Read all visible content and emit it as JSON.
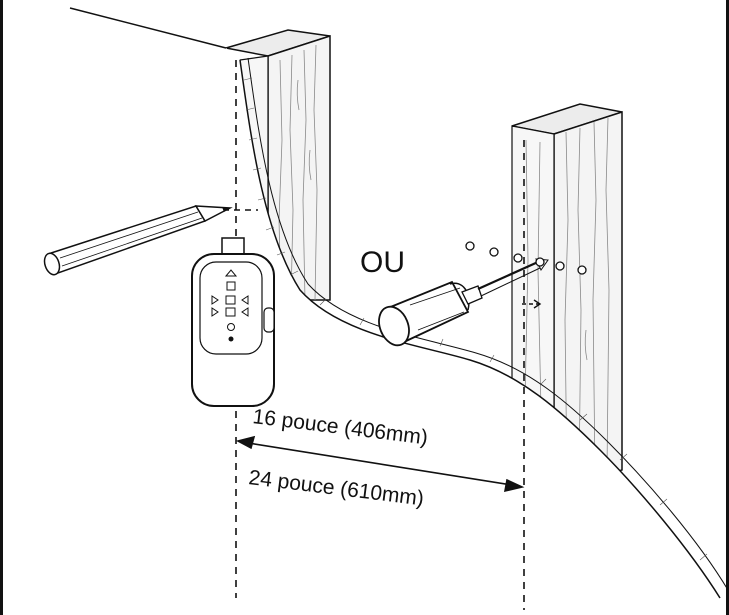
{
  "diagram": {
    "or_label": "OU",
    "distance_16": "16 pouce (406mm)",
    "distance_24": "24 pouce (610mm)",
    "colors": {
      "line": "#111111",
      "wall": "#ffffff",
      "stud": "#f4f4f4",
      "grain": "#8a8a8a",
      "background": "#ffffff"
    },
    "icons": [
      "pencil-icon",
      "stud-finder-icon",
      "screwdriver-icon"
    ]
  }
}
